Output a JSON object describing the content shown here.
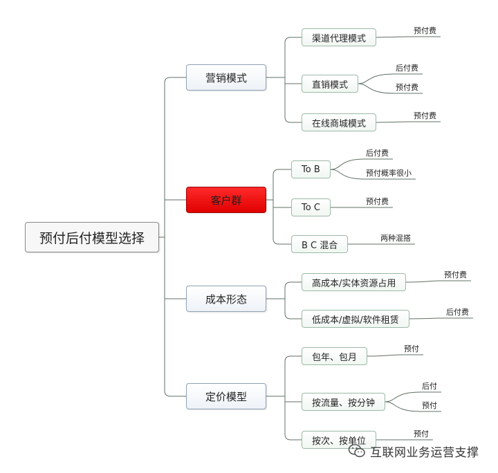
{
  "root": "预付后付模型选择",
  "categories": [
    {
      "label": "营销模式",
      "branches": [
        {
          "label": "渠道代理模式",
          "leaves": [
            "预付费"
          ]
        },
        {
          "label": "直销模式",
          "leaves": [
            "后付费",
            "预付费"
          ]
        },
        {
          "label": "在线商城模式",
          "leaves": [
            "预付费"
          ]
        }
      ]
    },
    {
      "label": "客户群",
      "highlight_color": "#ff0000",
      "branches": [
        {
          "label": "To B",
          "leaves": [
            "后付费",
            "预付概率很小"
          ]
        },
        {
          "label": "To C",
          "leaves": [
            "预付费"
          ]
        },
        {
          "label": "B C 混合",
          "leaves": [
            "两种混搭"
          ]
        }
      ]
    },
    {
      "label": "成本形态",
      "branches": [
        {
          "label": "高成本/实体资源占用",
          "leaves": [
            "预付费"
          ]
        },
        {
          "label": "低成本/虚拟/软件租赁",
          "leaves": [
            "后付费"
          ]
        }
      ]
    },
    {
      "label": "定价模型",
      "branches": [
        {
          "label": "包年、包月",
          "leaves": [
            "预付"
          ]
        },
        {
          "label": "按流量、按分钟",
          "leaves": [
            "后付",
            "预付"
          ]
        },
        {
          "label": "按次、按单位",
          "leaves": [
            "预付"
          ]
        }
      ]
    }
  ],
  "watermark": {
    "text": "互联网业务运营支撑",
    "icon": "wechat-icon"
  },
  "colors": {
    "connector": "#5f6f63",
    "highlight": "#ff0000"
  }
}
